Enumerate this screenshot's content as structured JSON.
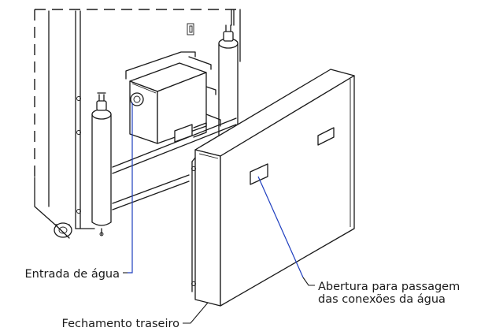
{
  "labels": {
    "water_inlet": "Entrada de água",
    "rear_cover": "Fechamento traseiro",
    "opening_line1": "Abertura para passagem",
    "opening_line2": "das conexões da água"
  },
  "colors": {
    "line": "#1a1a1a",
    "leader_highlight": "#1f3fbf",
    "background": "#ffffff"
  }
}
